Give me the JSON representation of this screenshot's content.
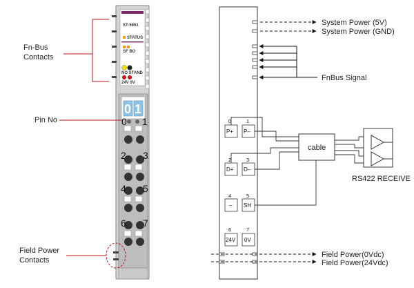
{
  "left": {
    "callouts": {
      "fnbus_contacts": [
        "Fn-Bus",
        "Contacts"
      ],
      "pin_no": "Pin No",
      "field_power_contacts": [
        "Field Power",
        "Contacts"
      ]
    },
    "module": {
      "model": "ST-5651",
      "status_label": "STATUS",
      "sf_bo": "SF BO",
      "no_stand": "NO  STAND",
      "supply": "24V  0V",
      "channel_digits": [
        "0",
        "1"
      ],
      "pin_numbers": [
        "0",
        "1",
        "2",
        "3",
        "4",
        "5",
        "6",
        "7"
      ]
    }
  },
  "right": {
    "system_power_5v": "System Power (5V)",
    "system_power_gnd": "System Power (GND)",
    "fnbus_signal": "FnBus Signal",
    "cable": "cable",
    "rs422_receive": "RS422 RECEIVE",
    "field_power_0v": "Field Power(0Vdc)",
    "field_power_24v": "Field Power(24Vdc)",
    "terminals": [
      {
        "num": "0",
        "label": "P+"
      },
      {
        "num": "1",
        "label": "P–"
      },
      {
        "num": "2",
        "label": "D+"
      },
      {
        "num": "3",
        "label": "D–"
      },
      {
        "num": "4",
        "label": "–"
      },
      {
        "num": "5",
        "label": "SH"
      },
      {
        "num": "6",
        "label": "24V"
      },
      {
        "num": "7",
        "label": "0V"
      }
    ]
  },
  "colors": {
    "callout_line": "#c0151a",
    "accent_purple": "#7a2a6a",
    "led_orange": "#f7941d",
    "led_yellow": "#f2e200",
    "led_red": "#c1121f",
    "display_blue": "#8fc3e6",
    "module_gray": "#c9c9c9"
  }
}
